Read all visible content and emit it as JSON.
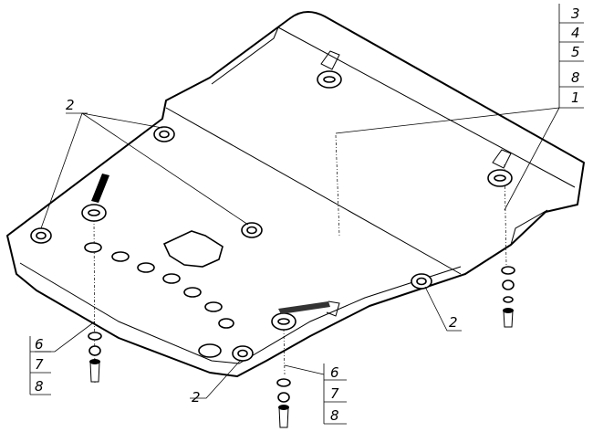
{
  "labels": {
    "part_2": "2",
    "stack_top": [
      "3",
      "4",
      "5",
      "8",
      "1"
    ],
    "stack_left": [
      "6",
      "7",
      "8"
    ],
    "stack_bottom": [
      "6",
      "7",
      "8"
    ]
  }
}
